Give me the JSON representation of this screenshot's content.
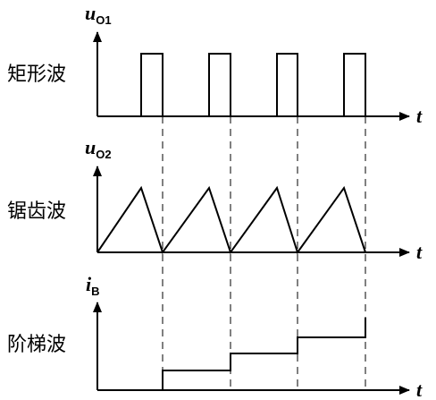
{
  "panels": [
    {
      "id": "rect",
      "label": "矩形波",
      "var": "u",
      "sub": "O1",
      "axis": "t"
    },
    {
      "id": "saw",
      "label": "锯齿波",
      "var": "u",
      "sub": "O2",
      "axis": "t"
    },
    {
      "id": "step",
      "label": "阶梯波",
      "var": "i",
      "sub": "B",
      "axis": "t"
    }
  ]
}
